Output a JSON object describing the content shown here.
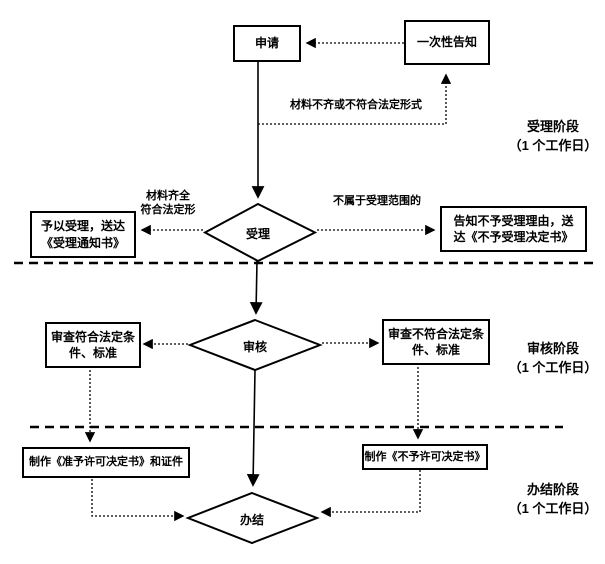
{
  "flowchart": {
    "nodes": {
      "apply": "申请",
      "one_time_notice": "一次性告知",
      "accept": "受理",
      "grant_accept": "予以受理，送达《受理通知书》",
      "reject_accept": "告知不予受理理由，送达《不予受理决定书》",
      "review": "审核",
      "review_pass": "审查符合法定条件、标准",
      "review_fail": "审查不符合法定条件、标准",
      "make_grant_doc": "制作《准予许可决定书》和证件",
      "make_reject_doc": "制作《不予许可决定书》",
      "finish": "办结"
    },
    "edge_labels": {
      "materials_incomplete": "材料不齐或不符合法定形式",
      "materials_complete_line1": "材料齐全",
      "materials_complete_line2": "符合法定形",
      "out_of_scope": "不属于受理范围的"
    },
    "stages": {
      "accept": {
        "name": "受理阶段",
        "duration": "（1 个工作日）"
      },
      "review": {
        "name": "审核阶段",
        "duration": "（1 个工作日）"
      },
      "complete": {
        "name": "办结阶段",
        "duration": "（1 个工作日）"
      }
    },
    "colors": {
      "line": "#000000",
      "background": "#ffffff",
      "text": "#000000"
    }
  }
}
